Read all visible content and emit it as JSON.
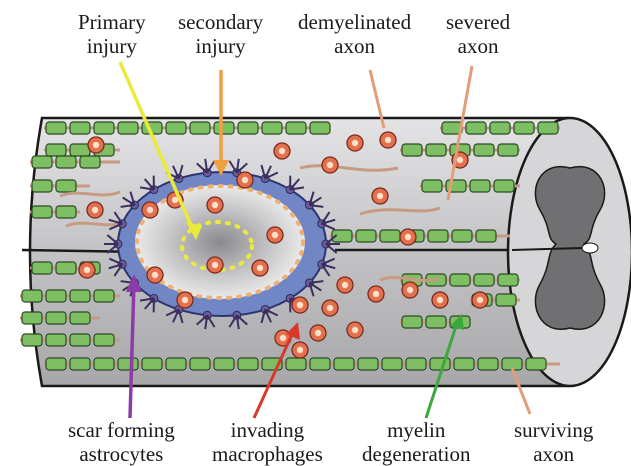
{
  "labels": {
    "primary_injury": [
      "Primary",
      "injury"
    ],
    "secondary_injury": [
      "secondary",
      "injury"
    ],
    "demyelinated_axon": [
      "demyelinated",
      "axon"
    ],
    "severed_axon": [
      "severed",
      "axon"
    ],
    "scar_forming_astrocytes": [
      "scar forming",
      "astrocytes"
    ],
    "invading_macrophages": [
      "invading",
      "macrophages"
    ],
    "myelin_degeneration": [
      "myelin",
      "degeneration"
    ],
    "surviving_axon": [
      "surviving",
      "axon"
    ]
  },
  "colors": {
    "cord_fill": "#c9c9cb",
    "cord_shade": "#a9a9ab",
    "cross_section": "#d4d4d6",
    "grey_matter": "#6e6e70",
    "myelin": "#7fbf64",
    "axon": "#c79b83",
    "macrophage_outer": "#e3704f",
    "macrophage_inner": "#ffe0c8",
    "astrocyte": "#6f5a9c",
    "astro_blue": "#4a5fa8",
    "lesion_core": "#8c8c8e",
    "arrow_primary": "#eaea3a",
    "arrow_secondary": "#f0a040",
    "arrow_demyelinated": "#e39c78",
    "arrow_severed": "#e39c78",
    "arrow_scar": "#8e3aa8",
    "arrow_macrophages": "#d8382a",
    "arrow_myelin": "#3aa83a",
    "arrow_surviving": "#e39c78"
  }
}
